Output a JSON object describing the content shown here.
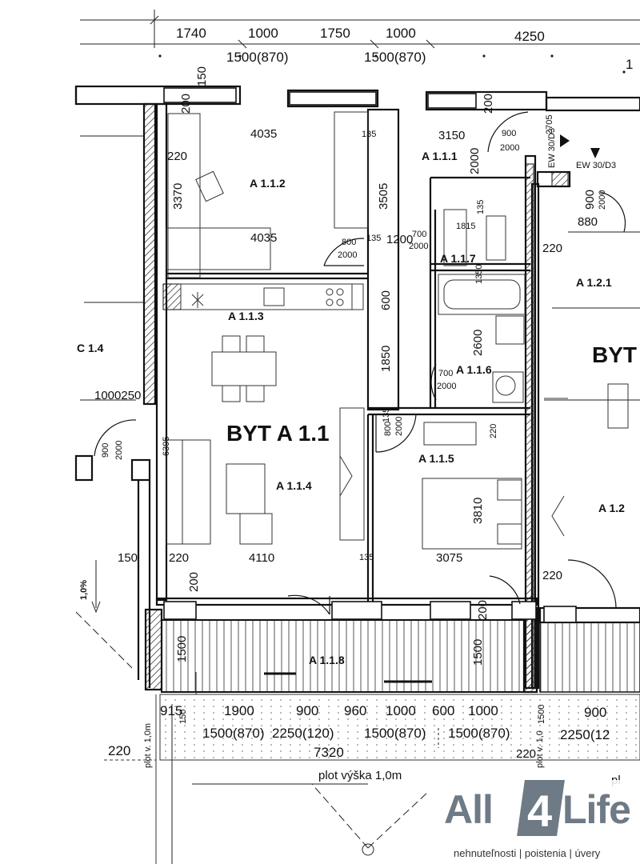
{
  "top_dims": {
    "d1": "1740",
    "d2": "1000",
    "d3": "1750",
    "d4": "1000",
    "d5": "4250",
    "w1": "1500(870)",
    "w2": "1500(870)",
    "corner": "1"
  },
  "wall_dims": {
    "v150": "150",
    "v200a": "200",
    "v200b": "200",
    "d4035a": "4035",
    "d135a": "135",
    "d3150": "3150",
    "d900": "900",
    "d2000a": "2000",
    "d2705": "2705",
    "d220a": "220",
    "d3370": "3370",
    "d2000b": "2000",
    "d3505": "3505",
    "d4035b": "4035",
    "d800": "800",
    "d2000c": "2000",
    "d135b": "135",
    "d1200": "1200",
    "d700a": "700",
    "d2000d": "2000",
    "d1815": "1815",
    "d135c": "135",
    "d1350": "1350",
    "d600": "600",
    "d2600": "2600",
    "d1850": "1850",
    "d700b": "700",
    "d2000e": "2000",
    "d1000250": "1000250",
    "d900b": "900",
    "d2000f": "2000",
    "d6395": "6395",
    "d135d": "135",
    "d800b": "800",
    "d2000g": "2000",
    "d220b": "220",
    "d3810": "3810",
    "d150": "150",
    "d220c": "220",
    "d4110": "4110",
    "d135e": "135",
    "d3075": "3075",
    "d200": "200",
    "d1500a": "1500",
    "d200b": "200",
    "d1500b": "1500",
    "d220d": "220",
    "d220e": "220",
    "d900c": "900",
    "d880": "880",
    "d2000h": "2000",
    "ew1": "EW 30/D3",
    "ew2": "EW 30/D3",
    "slope": "1,0%"
  },
  "rooms": {
    "r112": "A 1.1.2",
    "r111": "A 1.1.1",
    "r117": "A 1.1.7",
    "r113": "A 1.1.3",
    "r116": "A 1.1.6",
    "r114": "A 1.1.4",
    "r115": "A 1.1.5",
    "r118": "A 1.1.8",
    "r121": "A 1.2.1",
    "r12": "A 1.2",
    "c14": "C 1.4",
    "byt": "BYT A 1.1",
    "byt2": "BYT"
  },
  "bottom_dims": {
    "b915": "915",
    "b1900": "1900",
    "b900": "900",
    "b960": "960",
    "b1000": "1000",
    "b600": "600",
    "b1000b": "1000",
    "b900b": "900",
    "b1500": "1500",
    "w1": "1500(870)",
    "w2": "2250(120)",
    "w3": "1500(870)",
    "w4": "1500(870)",
    "w5": "2250(12",
    "b220": "220",
    "b7320": "7320",
    "b220b": "220",
    "b150": "150",
    "plot1": "plot v. 1,0m",
    "plot2": "plot v. 1,0",
    "plot_height": "plot výška 1,0m",
    "pl": "pl"
  },
  "logo": {
    "part1": "All",
    "part2": "4",
    "part3": "Life",
    "tagline": "nehnuteľnosti | poistenia | úvery"
  }
}
